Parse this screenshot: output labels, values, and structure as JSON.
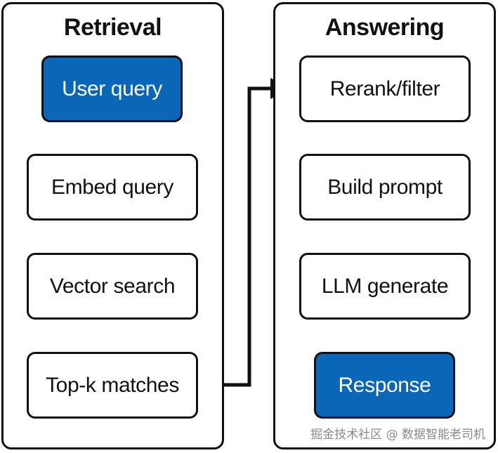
{
  "panels": {
    "retrieval": {
      "title": "Retrieval",
      "steps": [
        "User query",
        "Embed query",
        "Vector search",
        "Top-k matches"
      ]
    },
    "answering": {
      "title": "Answering",
      "steps": [
        "Rerank/filter",
        "Build prompt",
        "LLM generate",
        "Response"
      ]
    }
  },
  "colors": {
    "highlight": "#0a67b7",
    "stroke": "#111111"
  },
  "watermark": "掘金技术社区 @ 数据智能老司机"
}
